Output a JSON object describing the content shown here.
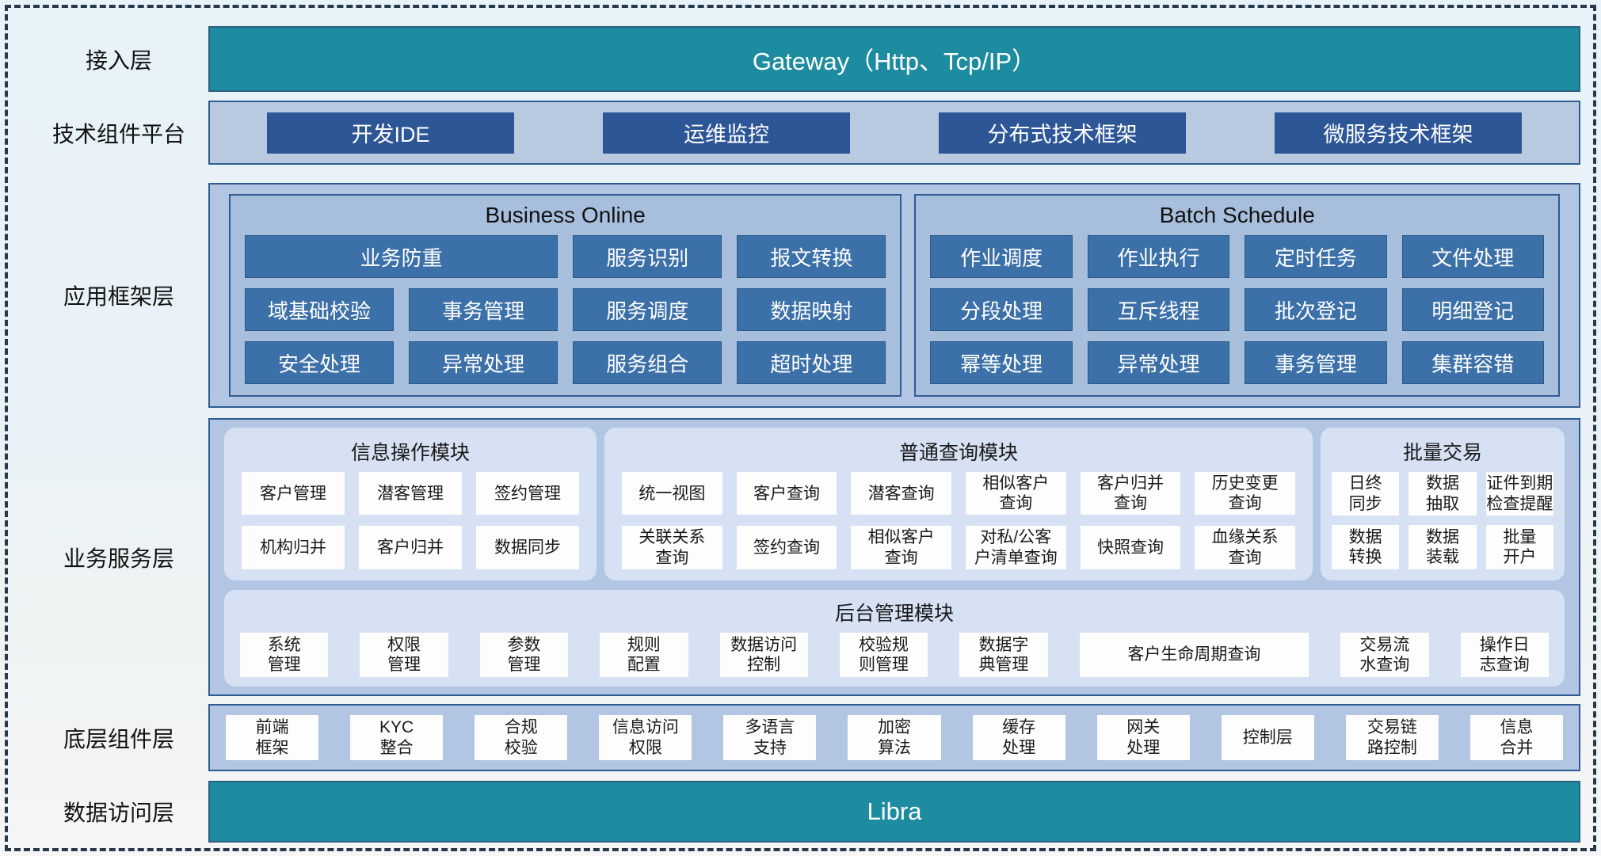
{
  "colors": {
    "teal_bar": "#1D8BA0",
    "dark_blue_button": "#2D5697",
    "mid_blue_cell": "#3C70A8",
    "container_light_blue": "#B2C5E2",
    "panel_blue": "#A8BEDD",
    "module_background": "#D6E1F3",
    "border_blue": "#2F5C92",
    "dashed_frame": "#28394C",
    "white_cell": "#FDFDFD"
  },
  "access_layer": {
    "label": "接入层",
    "bar_text": "Gateway（Http、Tcp/IP）"
  },
  "tech_platform": {
    "label": "技术组件平台",
    "items": [
      "开发IDE",
      "运维监控",
      "分布式技术框架",
      "微服务技术框架"
    ]
  },
  "app_framework": {
    "label": "应用框架层",
    "panels": [
      {
        "title": "Business Online",
        "cells": [
          {
            "label": "业务防重",
            "span": 2
          },
          {
            "label": "服务识别"
          },
          {
            "label": "报文转换"
          },
          {
            "label": "域基础校验"
          },
          {
            "label": "事务管理"
          },
          {
            "label": "服务调度"
          },
          {
            "label": "数据映射"
          },
          {
            "label": "安全处理"
          },
          {
            "label": "异常处理"
          },
          {
            "label": "服务组合"
          },
          {
            "label": "超时处理"
          }
        ]
      },
      {
        "title": "Batch Schedule",
        "cells": [
          {
            "label": "作业调度"
          },
          {
            "label": "作业执行"
          },
          {
            "label": "定时任务"
          },
          {
            "label": "文件处理"
          },
          {
            "label": "分段处理"
          },
          {
            "label": "互斥线程"
          },
          {
            "label": "批次登记"
          },
          {
            "label": "明细登记"
          },
          {
            "label": "幂等处理"
          },
          {
            "label": "异常处理"
          },
          {
            "label": "事务管理"
          },
          {
            "label": "集群容错"
          }
        ]
      }
    ]
  },
  "business_service": {
    "label": "业务服务层",
    "modules": [
      {
        "title": "信息操作模块",
        "columns": 3,
        "cells": [
          "客户管理",
          "潜客管理",
          "签约管理",
          "机构归并",
          "客户归并",
          "数据同步"
        ]
      },
      {
        "title": "普通查询模块",
        "columns": 6,
        "cells": [
          "统一视图",
          "客户查询",
          "潜客查询",
          "相似客户\n查询",
          "客户归并\n查询",
          "历史变更\n查询",
          "关联关系\n查询",
          "签约查询",
          "相似客户\n查询",
          "对私/公客\n户清单查询",
          "快照查询",
          "血缘关系\n查询"
        ]
      },
      {
        "title": "批量交易",
        "columns": 3,
        "cells": [
          "日终\n同步",
          "数据\n抽取",
          "证件到期\n检查提醒",
          "数据\n转换",
          "数据\n装载",
          "批量\n开户"
        ]
      }
    ],
    "admin_module": {
      "title": "后台管理模块",
      "cells": [
        {
          "label": "系统\n管理"
        },
        {
          "label": "权限\n管理"
        },
        {
          "label": "参数\n管理"
        },
        {
          "label": "规则\n配置"
        },
        {
          "label": "数据访问\n控制"
        },
        {
          "label": "校验规\n则管理"
        },
        {
          "label": "数据字\n典管理"
        },
        {
          "label": "客户生命周期查询",
          "wide": true
        },
        {
          "label": "交易流\n水查询"
        },
        {
          "label": "操作日\n志查询"
        }
      ]
    }
  },
  "base_components": {
    "label": "底层组件层",
    "items": [
      "前端\n框架",
      "KYC\n整合",
      "合规\n校验",
      "信息访问\n权限",
      "多语言\n支持",
      "加密\n算法",
      "缓存\n处理",
      "网关\n处理",
      "控制层",
      "交易链\n路控制",
      "信息\n合并"
    ]
  },
  "data_access_layer": {
    "label": "数据访问层",
    "bar_text": "Libra"
  }
}
